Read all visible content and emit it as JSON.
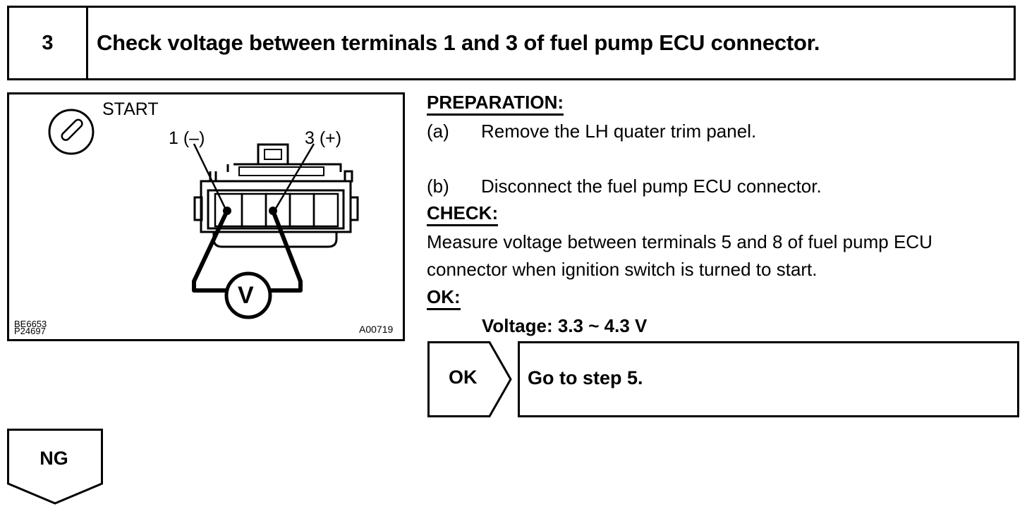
{
  "step": {
    "number": "3",
    "title": "Check voltage between terminals 1 and 3 of fuel pump ECU connector."
  },
  "figure": {
    "switch_label": "START",
    "terminal_neg": "1 (–)",
    "terminal_pos": "3 (+)",
    "meter_symbol": "V",
    "code_top": "BE6653",
    "code_bottom": "P24697",
    "figure_id": "A00719",
    "icons": [
      "ignition-switch-icon",
      "voltmeter-icon",
      "connector-icon"
    ]
  },
  "preparation": {
    "heading": "PREPARATION:",
    "items": [
      {
        "letter": "(a)",
        "text": "Remove the LH quater trim panel."
      },
      {
        "letter": "(b)",
        "text": "Disconnect the fuel pump ECU connector."
      }
    ]
  },
  "check": {
    "heading": "CHECK:",
    "lines": [
      "Measure voltage between terminals 5 and 8 of fuel pump ECU",
      "connector when ignition switch is turned to start."
    ]
  },
  "ok": {
    "heading": "OK:",
    "spec": "Voltage: 3.3 ~ 4.3 V"
  },
  "result_ok": {
    "label": "OK",
    "action": "Go to step 5."
  },
  "result_ng": {
    "label": "NG"
  }
}
